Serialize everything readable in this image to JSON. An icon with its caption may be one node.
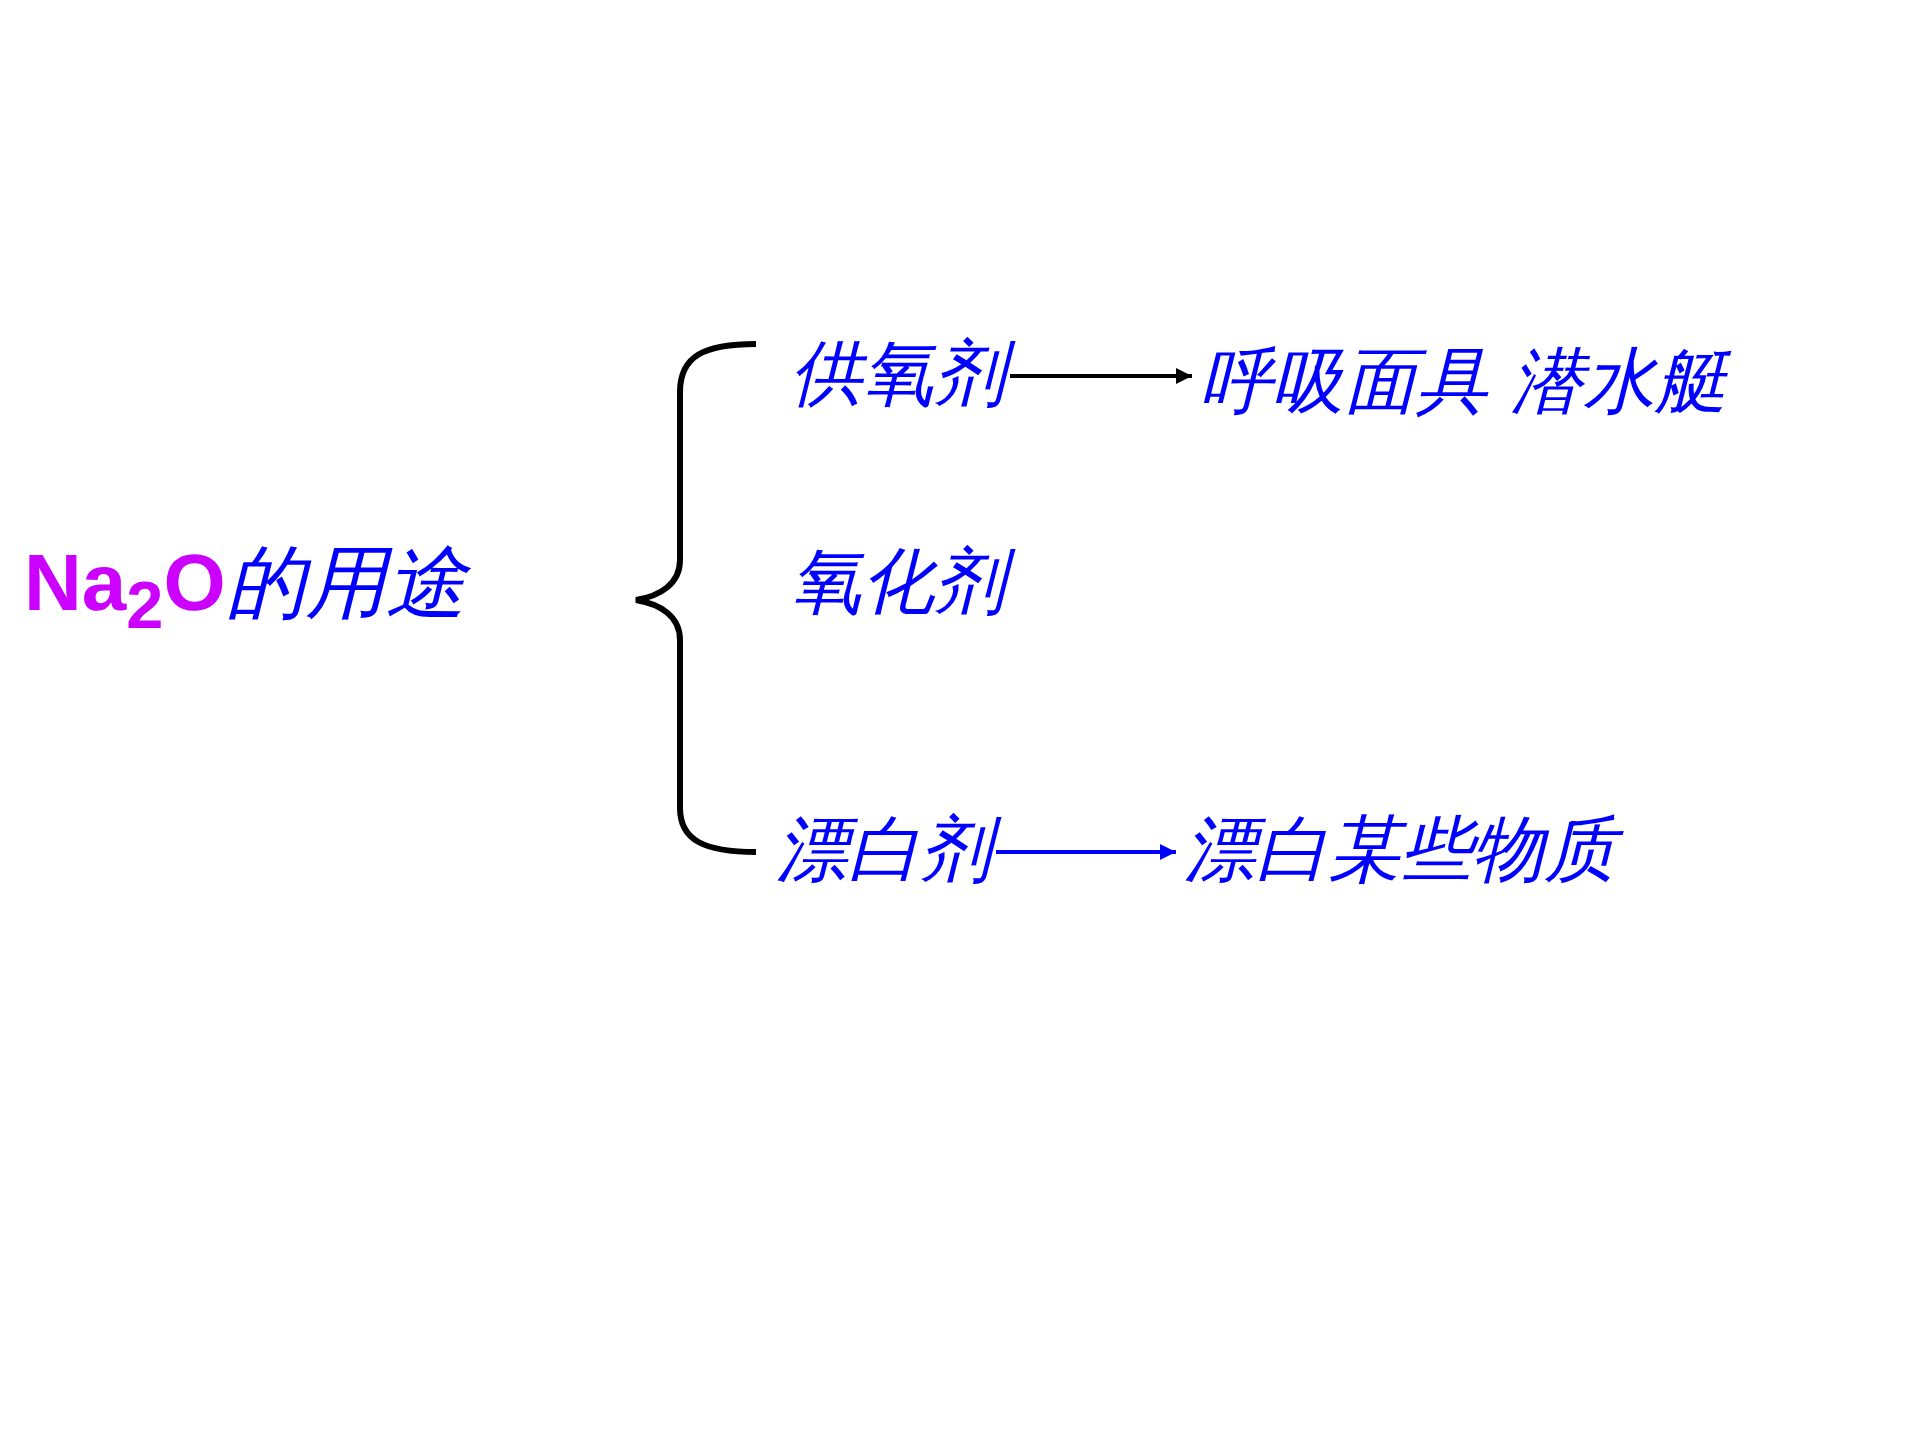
{
  "diagram": {
    "nodes": [
      {
        "text": [
          "**Na$_{2}$O**的用途"
        ]
      },
      {
        "text": [
          "供氧剂"
        ]
      },
      {
        "text": [
          "呼吸面具 潜水艇"
        ]
      },
      {
        "text": [
          "氧化剂"
        ]
      },
      {
        "text": [
          "漂白剂"
        ]
      },
      {
        "text": [
          "漂白某些物质"
        ]
      }
    ],
    "edges": [
      {
        "from": 1,
        "to": 2,
        "arrow": "to"
      },
      {
        "from": 4,
        "to": 5,
        "arrow": "to",
        "color": "#0000ff"
      }
    ]
  }
}
